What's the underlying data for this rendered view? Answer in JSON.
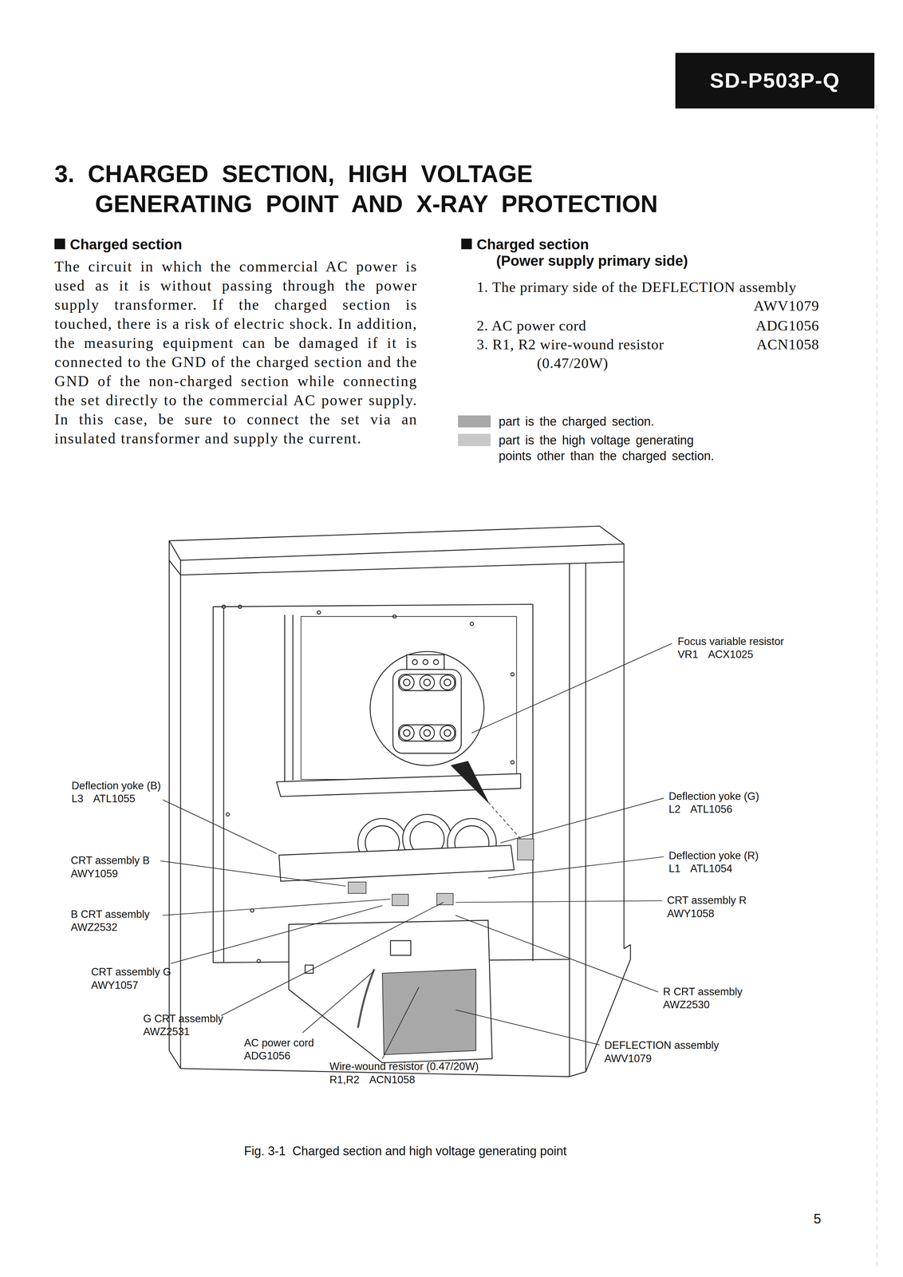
{
  "diagram": {
    "title": "3. CHARGED SECTION, HIGH VOLTAGE GENERATING POINT AND X-RAY PROTECTION",
    "caption": "Fig. 3-1  Charged section and high voltage generating point",
    "nodes": [
      {
        "text": [
          "SD-P503P-Q"
        ]
      }
    ],
    "labels": [
      "Charged section",
      "The circuit in which the commercial AC power is used as it is without passing through the power supply transformer. If the charged section is touched, there is a risk of electric shock. In addition, the measuring equipment can be damaged if it is connected to the GND of the charged section and the GND of the non-charged section while connecting the set directly to the commercial AC power supply. In this case, be sure to connect the set via an insulated transformer and supply the current.",
      "Charged section",
      "(Power supply primary side)",
      "1. The primary side of the DEFLECTION assembly",
      "AWV1079",
      "2. AC power cord",
      "ADG1056",
      "3. R1, R2 wire-wound resistor",
      "ACN1058",
      "(0.47/20W)",
      "Focus variable resistor",
      "VR1 ACX1025",
      "Deflection yoke (B)",
      "L3 ATL1055",
      "Deflection yoke (G)",
      "L2 ATL1056",
      "CRT assembly B",
      "AWY1059",
      "Deflection yoke (R)",
      "L1 ATL1054",
      "CRT assembly R",
      "AWY1058",
      "B CRT assembly",
      "AWZ2532",
      "CRT assembly G",
      "AWY1057",
      "R CRT assembly",
      "AWZ2530",
      "G CRT assembly",
      "AWZ2531",
      "AC power cord",
      "ADG1056",
      "DEFLECTION assembly",
      "AWV1079",
      "Wire-wound resistor (0.47/20W)",
      "R1,R2 ACN1058",
      "5"
    ],
    "legend": [
      {
        "text": "part is the charged section.",
        "color": "#a8a8a8"
      },
      {
        "text": "part is the high voltage generating points other than the charged section.",
        "color": "#c8c8c8"
      }
    ]
  }
}
